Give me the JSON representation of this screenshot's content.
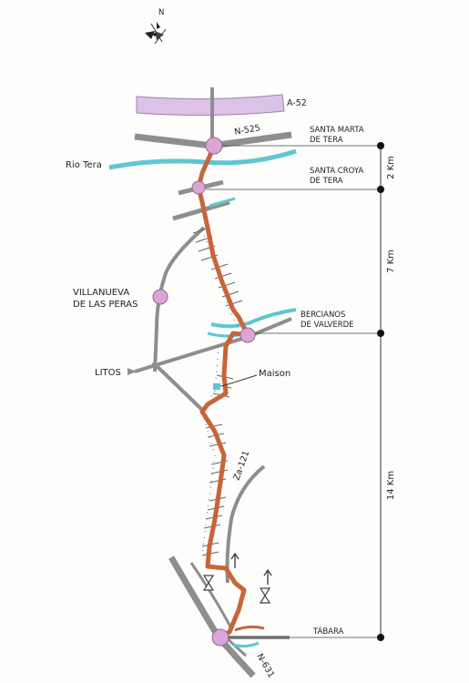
{
  "compass": {
    "label": "N",
    "icon": "north-arrow-icon"
  },
  "roads": {
    "motorway": "A-52",
    "national_north": "N-525",
    "regional": "Za-121",
    "national_south": "N-631"
  },
  "river": {
    "label": "Rio Tera"
  },
  "places": {
    "santa_marta": {
      "line1": "SANTA MARTA",
      "line2": "DE TERA"
    },
    "santa_croya": {
      "line1": "SANTA CROYA",
      "line2": "DE TERA"
    },
    "villanueva": {
      "line1": "VILLANUEVA",
      "line2": "DE LAS PERAS"
    },
    "bercianos": {
      "line1": "BERCIANOS",
      "line2": "DE VALVERDE"
    },
    "litos": {
      "line1": "LITOS"
    },
    "maison": {
      "line1": "Maison"
    },
    "tabara": {
      "line1": "TÁBARA"
    }
  },
  "distances": {
    "seg1": "2 Km",
    "seg2": "7 Km",
    "seg3": "14 Km"
  },
  "colors": {
    "route": "#c8643a",
    "road": "#8e8e8e",
    "river": "#5fc6d2",
    "motorway": "#dcc2e6",
    "town": "#d9a6d6"
  }
}
